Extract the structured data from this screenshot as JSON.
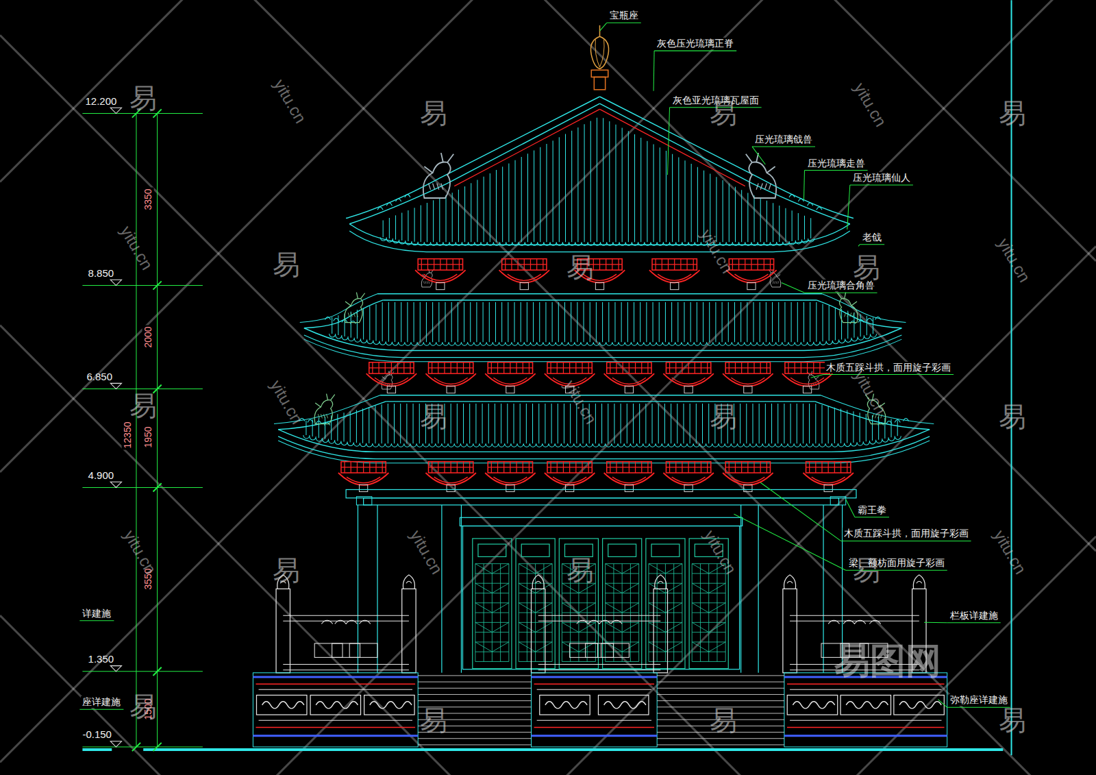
{
  "diagram": {
    "labels": [
      "宝瓶座",
      "灰色压光琉璃正脊",
      "灰色亚光琉璃瓦屋面",
      "压光琉璃戗兽",
      "压光琉璃走兽",
      "压光琉璃仙人",
      "老戗",
      "压光琉璃合角兽",
      "木质五踩斗拱，面用旋子彩画",
      "霸王拳",
      "木质五踩斗拱，面用旋子彩画",
      "梁、额枋面用旋子彩画",
      "栏板详建施",
      "弥勒座详建施",
      "详建施",
      "座详建施",
      "12.200",
      "8.850",
      "6.850",
      "4.900",
      "1.350",
      "-0.150",
      "3350",
      "2000",
      "12350",
      "1950",
      "3550",
      "1500",
      "易",
      "易",
      "易",
      "易",
      "易",
      "易",
      "易",
      "易",
      "易",
      "易",
      "易",
      "易",
      "易",
      "易",
      "易",
      "易",
      "易",
      "易",
      "yitu.cn",
      "yitu.cn",
      "yitu.cn",
      "yitu.cn",
      "yitu.cn",
      "yitu.cn",
      "yitu.cn",
      "yitu.cn",
      "yitu.cn",
      "yitu.cn",
      "yitu.cn",
      "yitu.cn",
      "易图网"
    ]
  }
}
